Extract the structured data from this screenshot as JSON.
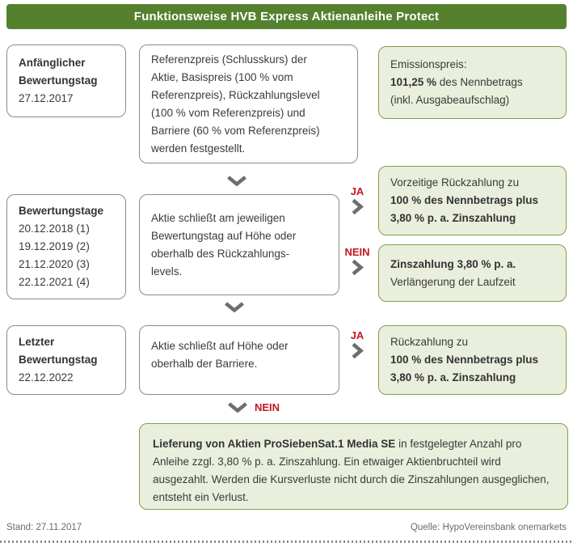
{
  "title": "Funktionsweise HVB Express Aktienanleihe Protect",
  "colors": {
    "header_green": "#55812e",
    "outcome_fill_green": "#e9efdc",
    "outcome_border_green": "#7da04a",
    "decision_red": "#c4161c",
    "box_border_gray": "#8b8b8b",
    "arrow_gray": "#6e6e6e"
  },
  "labels": {
    "yes": "JA",
    "no": "NEIN"
  },
  "row_initial": {
    "left": {
      "title_line1": "Anfänglicher",
      "title_line2": "Bewertungstag",
      "date": "27.12.2017"
    },
    "process_lines": {
      "l1": "Referenzpreis (Schlusskurs) der",
      "l2": "Aktie, Basispreis (100 % vom",
      "l3": "Referenzpreis), Rückzahlungslevel",
      "l4": "(100 % vom Referenzpreis) und",
      "l5": "Barriere (60 % vom Referenzpreis)",
      "l6": "werden festgestellt."
    },
    "outcome": {
      "line1": "Emissionspreis:",
      "bold": "101,25 %",
      "after_bold": " des Nennbetrags",
      "line3": "(inkl. Ausgabeaufschlag)"
    }
  },
  "row_valuation": {
    "left": {
      "title": "Bewertungstage",
      "dates": [
        "20.12.2018 (1)",
        "19.12.2019 (2)",
        "21.12.2020 (3)",
        "22.12.2021 (4)"
      ]
    },
    "process_lines": {
      "l1": "Aktie schließt am jeweiligen",
      "l2": "Bewertungstag auf Höhe oder",
      "l3": "oberhalb des Rückzahlungs-",
      "l4": "levels."
    },
    "outcome_yes": {
      "line1": "Vorzeitige Rückzahlung zu",
      "bold_line2": "100 % des Nennbetrags plus",
      "bold_line3": "3,80 % p. a. Zinszahlung"
    },
    "outcome_no": {
      "bold_line1": "Zinszahlung 3,80 % p. a.",
      "line2": "Verlängerung der Laufzeit"
    }
  },
  "row_final": {
    "left": {
      "title_line1": "Letzter",
      "title_line2": "Bewertungstag",
      "date": "22.12.2022"
    },
    "process_lines": {
      "l1": "Aktie schließt auf Höhe oder",
      "l2": "oberhalb der Barriere."
    },
    "outcome_yes": {
      "line1": "Rückzahlung zu",
      "bold_line2": "100 % des Nennbetrags plus",
      "bold_line3": "3,80 % p. a. Zinszahlung"
    }
  },
  "final_outcome": {
    "bold": "Lieferung von Aktien ProSiebenSat.1 Media SE",
    "rest": " in festgelegter Anzahl pro Anleihe zzgl. 3,80 % p. a. Zinszahlung. Ein etwaiger Aktienbruchteil wird ausgezahlt. Werden die Kursverluste nicht durch die Zinszahlungen ausgeglichen, entsteht ein Verlust."
  },
  "footer": {
    "stand": "Stand: 27.11.2017",
    "source": "Quelle: HypoVereinsbank onemarkets"
  }
}
